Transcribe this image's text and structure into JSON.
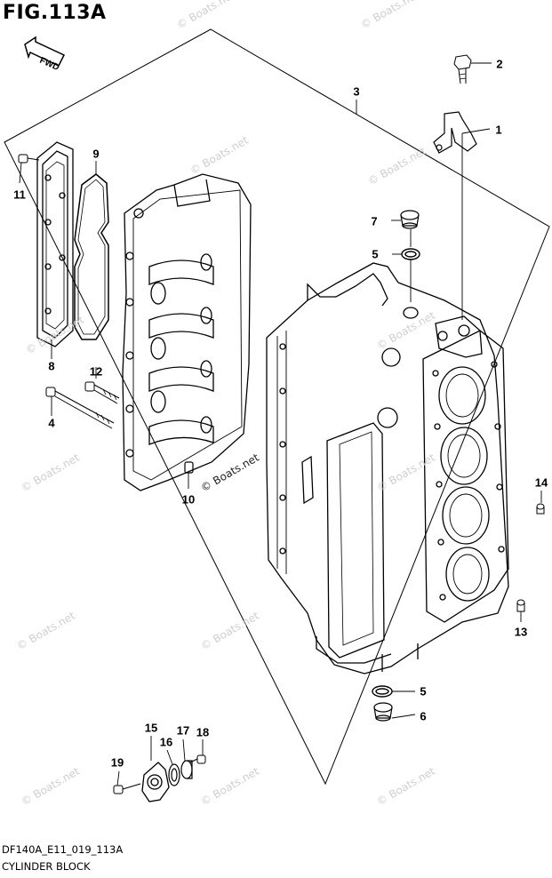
{
  "figure": {
    "title": "FIG.113A",
    "code": "DF140A_E11_019_113A",
    "name": "CYLINDER BLOCK",
    "fwd_label": "FWD"
  },
  "watermark": "© Boats.net",
  "callouts": [
    {
      "n": "1"
    },
    {
      "n": "2"
    },
    {
      "n": "3"
    },
    {
      "n": "4"
    },
    {
      "n": "5"
    },
    {
      "n": "5"
    },
    {
      "n": "6"
    },
    {
      "n": "7"
    },
    {
      "n": "8"
    },
    {
      "n": "9"
    },
    {
      "n": "10"
    },
    {
      "n": "11"
    },
    {
      "n": "12"
    },
    {
      "n": "13"
    },
    {
      "n": "14"
    },
    {
      "n": "15"
    },
    {
      "n": "16"
    },
    {
      "n": "17"
    },
    {
      "n": "18"
    },
    {
      "n": "19"
    }
  ]
}
